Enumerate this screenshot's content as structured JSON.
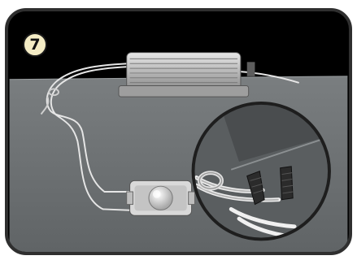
{
  "step": {
    "number": "7"
  },
  "colors": {
    "frame_border": "#2f2f2f",
    "ceiling": "#000000",
    "wall": "#6f7375",
    "badge_fill": "#f4ecc5",
    "driver_body": "#c9c9c9",
    "wire": "#e8e8e8"
  },
  "icons": {
    "driver": "led-driver-transformer",
    "module": "led-module",
    "connectors": "wire-nut-connector",
    "magnifier": "zoom-detail-circle"
  }
}
